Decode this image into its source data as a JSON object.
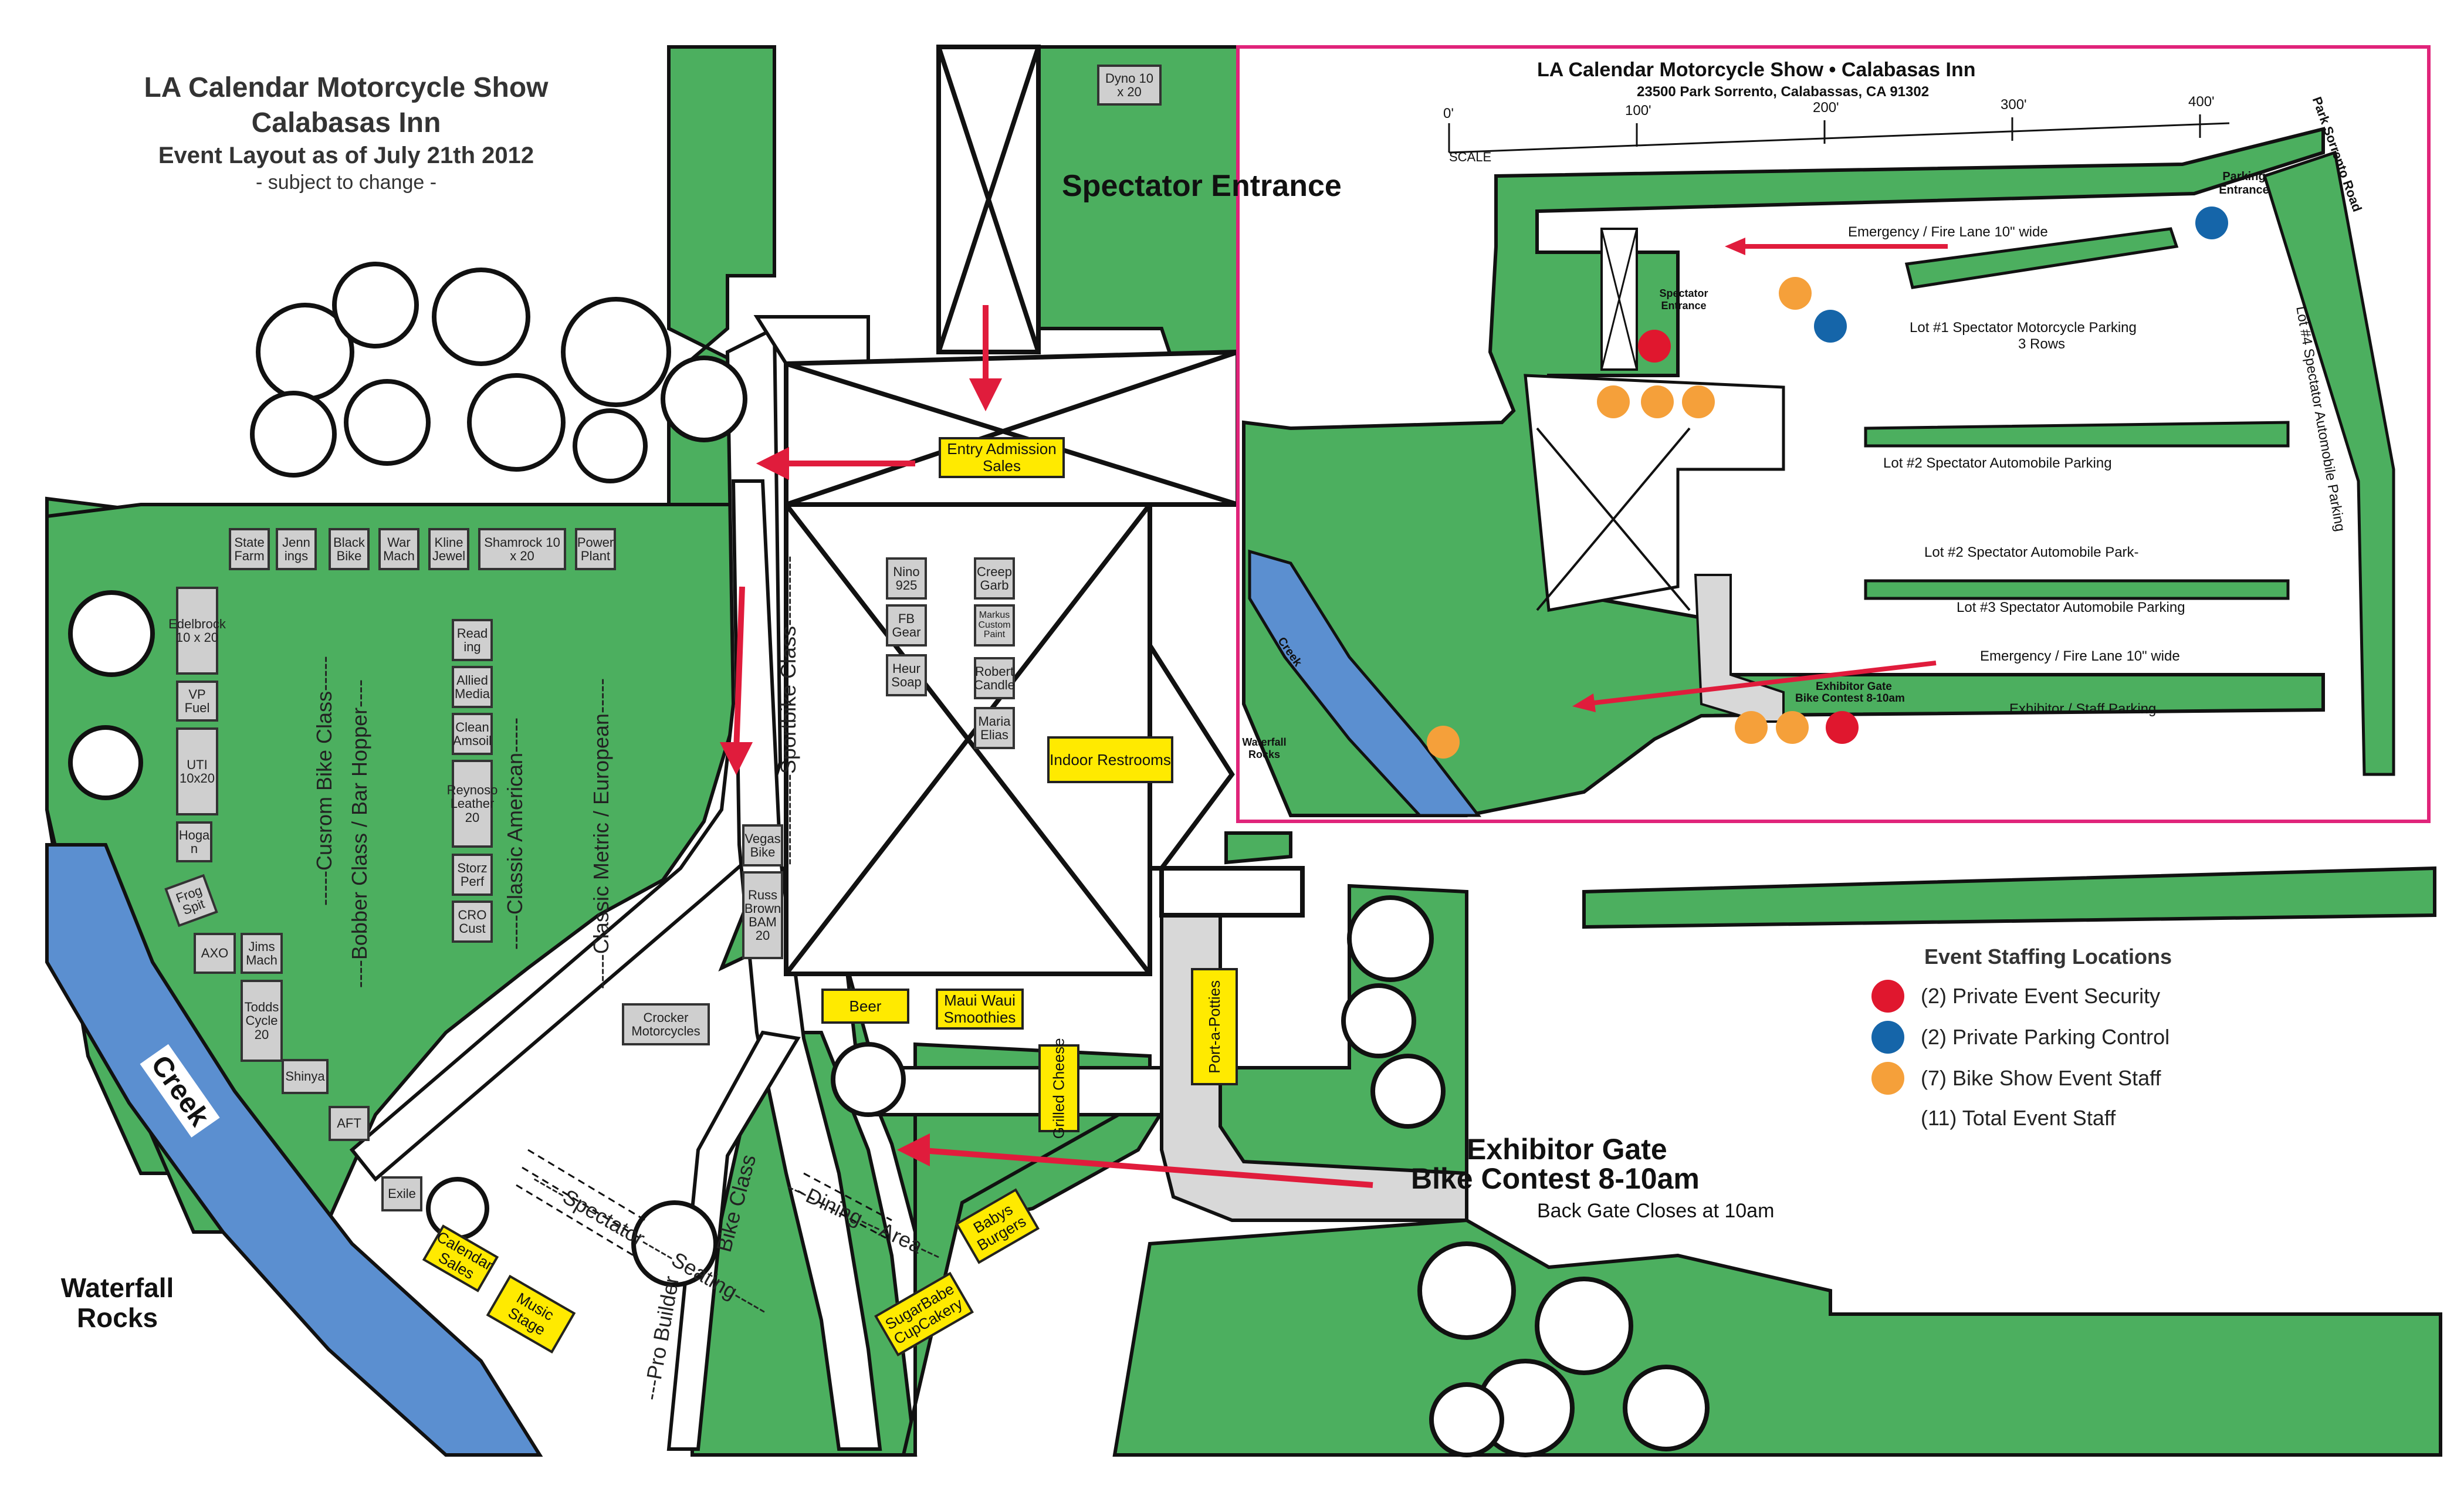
{
  "title": {
    "line1": "LA Calendar Motorcycle Show",
    "line2": "Calabasas Inn",
    "line3": "Event Layout as of July 21th 2012",
    "line4": "- subject to change -"
  },
  "colors": {
    "grass": "#4caf5f",
    "creek": "#5b8fd0",
    "road": "#ffffff",
    "gravel": "#d8d8d8",
    "arrow": "#e01c3c",
    "security": "#e0172e",
    "parking": "#1565a9",
    "staff": "#f5a03a",
    "booth": "#cfcfcf",
    "yellow": "#ffea00",
    "inset_border": "#e0247a"
  },
  "labels": {
    "spectator_entrance": "Spectator Entrance",
    "waterfall_rocks": "Waterfall Rocks",
    "creek": "Creek",
    "exhibitor_gate_1": "Exhibitor Gate",
    "exhibitor_gate_2": "Bike Contest 8-10am",
    "back_gate": "Back Gate Closes at 10am",
    "custom_bike_class": "-----Cusrom Bike Class-----",
    "bobber_class": "----Bobber Class  /  Bar Hopper----",
    "classic_american": "-----Classic American-----",
    "classic_metric": "-----Classic Metric / European-----",
    "sportbike_class": "-------------Sportbike Class----------",
    "spectator_seating": "-----Spectator-----Seating-----",
    "pro_builder": "---Pro Builder",
    "bike_class": "Bike Class",
    "dining_area": "---Dining---Area---"
  },
  "booths": [
    {
      "id": "dyno",
      "text": "Dyno 10 x 20"
    },
    {
      "id": "state-farm",
      "text": "State Farm"
    },
    {
      "id": "jennings",
      "text": "Jenn ings"
    },
    {
      "id": "black-bike",
      "text": "Black Bike"
    },
    {
      "id": "war-mach",
      "text": "War Mach"
    },
    {
      "id": "kline-jewel",
      "text": "Kline Jewel"
    },
    {
      "id": "shamrock",
      "text": "Shamrock 10 x 20"
    },
    {
      "id": "power-plant",
      "text": "Power Plant"
    },
    {
      "id": "edelbrock",
      "text": "Edelbrock 10 x 20"
    },
    {
      "id": "vp-fuel",
      "text": "VP Fuel"
    },
    {
      "id": "uti",
      "text": "UTI 10x20"
    },
    {
      "id": "hogan",
      "text": "Hoga n"
    },
    {
      "id": "frog-spit",
      "text": "Frog Spit"
    },
    {
      "id": "axo",
      "text": "AXO"
    },
    {
      "id": "jims-mach",
      "text": "Jims Mach"
    },
    {
      "id": "todds-cycle",
      "text": "Todds Cycle 20"
    },
    {
      "id": "shinya",
      "text": "Shinya"
    },
    {
      "id": "aft",
      "text": "AFT"
    },
    {
      "id": "exile",
      "text": "Exile"
    },
    {
      "id": "reading",
      "text": "Read ing"
    },
    {
      "id": "allied-media",
      "text": "Allied Media"
    },
    {
      "id": "clean-amsoil",
      "text": "Clean Amsoil"
    },
    {
      "id": "reynoso",
      "text": "Reynoso Leather 20"
    },
    {
      "id": "storz-perf",
      "text": "Storz Perf"
    },
    {
      "id": "cro-cust",
      "text": "CRO Cust"
    },
    {
      "id": "crocker",
      "text": "Crocker Motorcycles"
    },
    {
      "id": "vegas-bike",
      "text": "Vegas Bike"
    },
    {
      "id": "russ-brown",
      "text": "Russ Brown BAM 20"
    },
    {
      "id": "nino",
      "text": "Nino 925"
    },
    {
      "id": "fb-gear",
      "text": "FB Gear"
    },
    {
      "id": "heur-soap",
      "text": "Heur Soap"
    },
    {
      "id": "creep-garb",
      "text": "Creep Garb"
    },
    {
      "id": "markus",
      "text": "Markus Custom Paint"
    },
    {
      "id": "robert-candle",
      "text": "Robert Candle"
    },
    {
      "id": "maria-elias",
      "text": "Maria Elias"
    }
  ],
  "yellow_boxes": [
    {
      "id": "entry",
      "text": "Entry Admission Sales"
    },
    {
      "id": "restrooms",
      "text": "Indoor Restrooms"
    },
    {
      "id": "beer",
      "text": "Beer"
    },
    {
      "id": "maui",
      "text": "Maui Waui Smoothies"
    },
    {
      "id": "grilled-cheese",
      "text": "Grilled Cheese"
    },
    {
      "id": "port-a-potties",
      "text": "Port-a-Potties"
    },
    {
      "id": "babys-burgers",
      "text": "Babys Burgers"
    },
    {
      "id": "sugarbabe",
      "text": "SugarBabe CupCakery"
    },
    {
      "id": "calendar-sales",
      "text": "Calendar Sales"
    },
    {
      "id": "music-stage",
      "text": "Music Stage"
    }
  ],
  "legend": {
    "title": "Event Staffing Locations",
    "items": [
      {
        "label": "(2) Private Event Security",
        "color": "#e0172e"
      },
      {
        "label": "(2) Private Parking Control",
        "color": "#1565a9"
      },
      {
        "label": "(7) Bike Show Event Staff",
        "color": "#f5a03a"
      },
      {
        "label": "(11) Total Event Staff",
        "color": ""
      }
    ]
  },
  "inset": {
    "title": "LA Calendar Motorcycle Show • Calabasas Inn",
    "address": "23500 Park Sorrento, Calabassas, CA 91302",
    "scale_ticks": [
      "0'",
      "100'",
      "200'",
      "300'",
      "400'"
    ],
    "scale_word": "SCALE",
    "park_sorrento_road": "Park Sorrento Road",
    "parking_entrance": "Parking Entrance",
    "emergency_lane_1": "Emergency / Fire Lane 10\" wide",
    "spectator_entrance": "Spectator Entrance",
    "lot1": "Lot #1 Spectator Motorcycle Parking",
    "lot1_rows": "3 Rows",
    "lot2a": "Lot #2 Spectator Automobile  Parking",
    "lot2b": "Lot #2 Spectator Automobile  Park-",
    "lot3": "Lot #3 Spectator Automobile  Parking",
    "lot4": "Lot #4 Spectator  Automobile  Parking",
    "emergency_lane_2": "Emergency / Fire Lane 10\" wide",
    "exhibitor_gate": "Exhibitor Gate",
    "bike_contest": "Bike Contest 8-10am",
    "exhibitor_parking": "Exhibitor / Staff  Parking",
    "creek": "Creek",
    "waterfall_rocks": "Waterfall Rocks"
  }
}
